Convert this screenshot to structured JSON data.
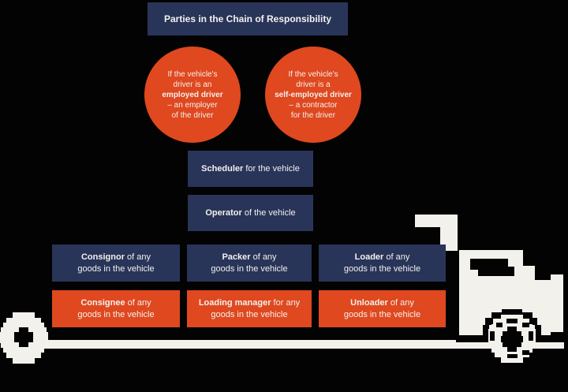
{
  "title": "Parties in the Chain of Responsibility",
  "colors": {
    "navy": "#293459",
    "orange": "#e0481f",
    "background": "#030303",
    "text": "#f2f1ee",
    "truck": "#f2f1ec"
  },
  "circles": [
    {
      "line1": "If the vehicle's",
      "line2": "driver is an",
      "bold": "employed driver",
      "line4": "– an employer",
      "line5": "of the driver"
    },
    {
      "line1": "If the vehicle's",
      "line2": "driver is a",
      "bold": "self-employed driver",
      "line4": "– a contractor",
      "line5": "for the driver"
    }
  ],
  "stack": [
    {
      "bold": "Scheduler",
      "rest": " for the vehicle"
    },
    {
      "bold": "Operator",
      "rest": " of the vehicle"
    }
  ],
  "grid": [
    {
      "bold": "Consignor",
      "rest": " of any",
      "line2": "goods in the vehicle"
    },
    {
      "bold": "Packer",
      "rest": " of any",
      "line2": "goods in the vehicle"
    },
    {
      "bold": "Loader",
      "rest": " of any",
      "line2": "goods in the vehicle"
    },
    {
      "bold": "Consignee",
      "rest": " of any",
      "line2": "goods in the vehicle"
    },
    {
      "bold": "Loading manager",
      "rest": " for any",
      "line2": "goods in the vehicle"
    },
    {
      "bold": "Unloader",
      "rest": " of any",
      "line2": "goods in the vehicle"
    }
  ],
  "truck_icon": "pixelated-semi-truck-silhouette"
}
